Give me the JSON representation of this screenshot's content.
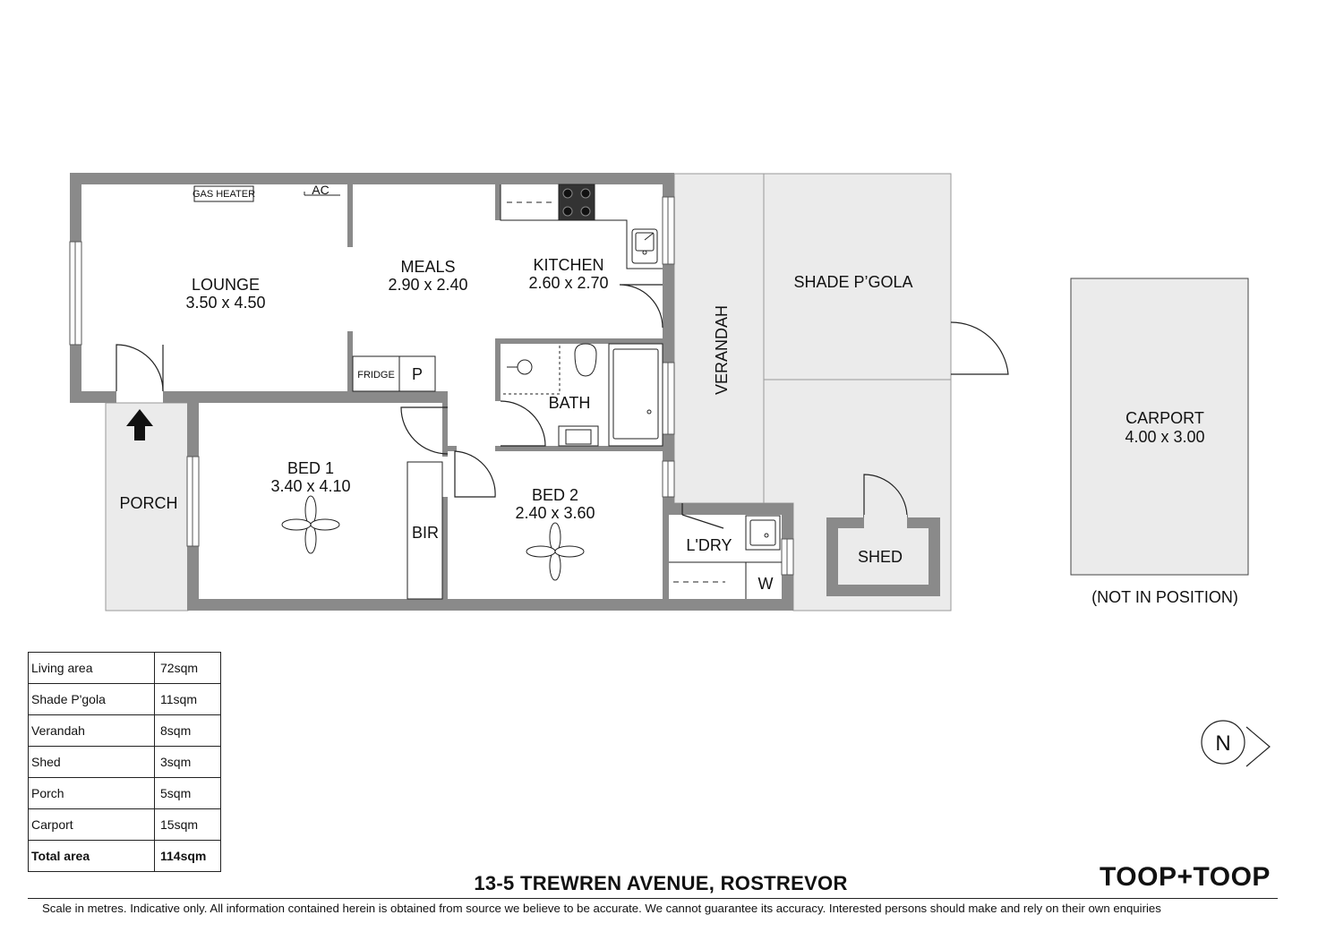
{
  "rooms": {
    "lounge": {
      "name": "LOUNGE",
      "dims": "3.50 x 4.50"
    },
    "meals": {
      "name": "MEALS",
      "dims": "2.90 x 2.40"
    },
    "kitchen": {
      "name": "KITCHEN",
      "dims": "2.60 x 2.70"
    },
    "bath": {
      "name": "BATH"
    },
    "bed1": {
      "name": "BED 1",
      "dims": "3.40 x 4.10"
    },
    "bed2": {
      "name": "BED 2",
      "dims": "2.40 x 3.60"
    },
    "bir": {
      "name": "BIR"
    },
    "porch": {
      "name": "PORCH"
    },
    "verandah": {
      "name": "VERANDAH"
    },
    "shade": {
      "name": "SHADE P’GOLA"
    },
    "laundry": {
      "name": "L'DRY"
    },
    "w": {
      "name": "W"
    },
    "shed": {
      "name": "SHED"
    },
    "carport": {
      "name": "CARPORT",
      "dims": "4.00 x 3.00",
      "note": "(NOT IN POSITION)"
    }
  },
  "fixtures": {
    "gas_heater": "GAS HEATER",
    "ac": "AC",
    "fridge": "FRIDGE",
    "pantry": "P"
  },
  "compass": {
    "label": "N"
  },
  "area_table": [
    {
      "name": "Living area",
      "value": "72sqm"
    },
    {
      "name": "Shade P'gola",
      "value": "11sqm"
    },
    {
      "name": "Verandah",
      "value": "8sqm"
    },
    {
      "name": "Shed",
      "value": "3sqm"
    },
    {
      "name": "Porch",
      "value": "5sqm"
    },
    {
      "name": "Carport",
      "value": "15sqm"
    },
    {
      "name": "Total area",
      "value": "114sqm"
    }
  ],
  "footer": {
    "address": "13-5 TREWREN AVENUE, ROSTREVOR",
    "brand": "TOOP+TOOP",
    "disclaimer": "Scale in metres. Indicative only. All information contained herein is obtained from source we believe to be accurate. We cannot guarantee its accuracy. Interested persons should make and rely on their own enquiries"
  },
  "colors": {
    "wall": "#8a8a8a",
    "outdoor": "#ebebeb",
    "line": "#222222"
  }
}
